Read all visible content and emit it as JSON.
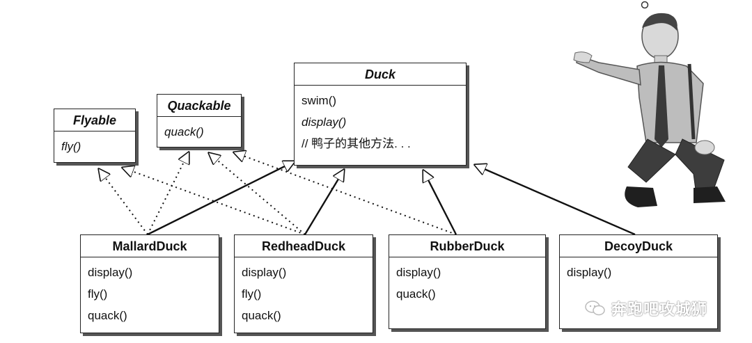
{
  "interfaces": {
    "flyable": {
      "name": "Flyable",
      "methods": [
        "fly()"
      ]
    },
    "quackable": {
      "name": "Quackable",
      "methods": [
        "quack()"
      ]
    }
  },
  "duck": {
    "name": "Duck",
    "methods": [
      "swim()",
      "display()",
      "// 鸭子的其他方法. . ."
    ]
  },
  "subclasses": [
    {
      "name": "MallardDuck",
      "methods": [
        "display()",
        "fly()",
        "quack()"
      ]
    },
    {
      "name": "RedheadDuck",
      "methods": [
        "display()",
        "fly()",
        "quack()"
      ]
    },
    {
      "name": "RubberDuck",
      "methods": [
        "display()",
        "quack()"
      ]
    },
    {
      "name": "DecoyDuck",
      "methods": [
        "display()"
      ]
    }
  ],
  "watermark": {
    "text": "奔跑吧攻城狮"
  }
}
